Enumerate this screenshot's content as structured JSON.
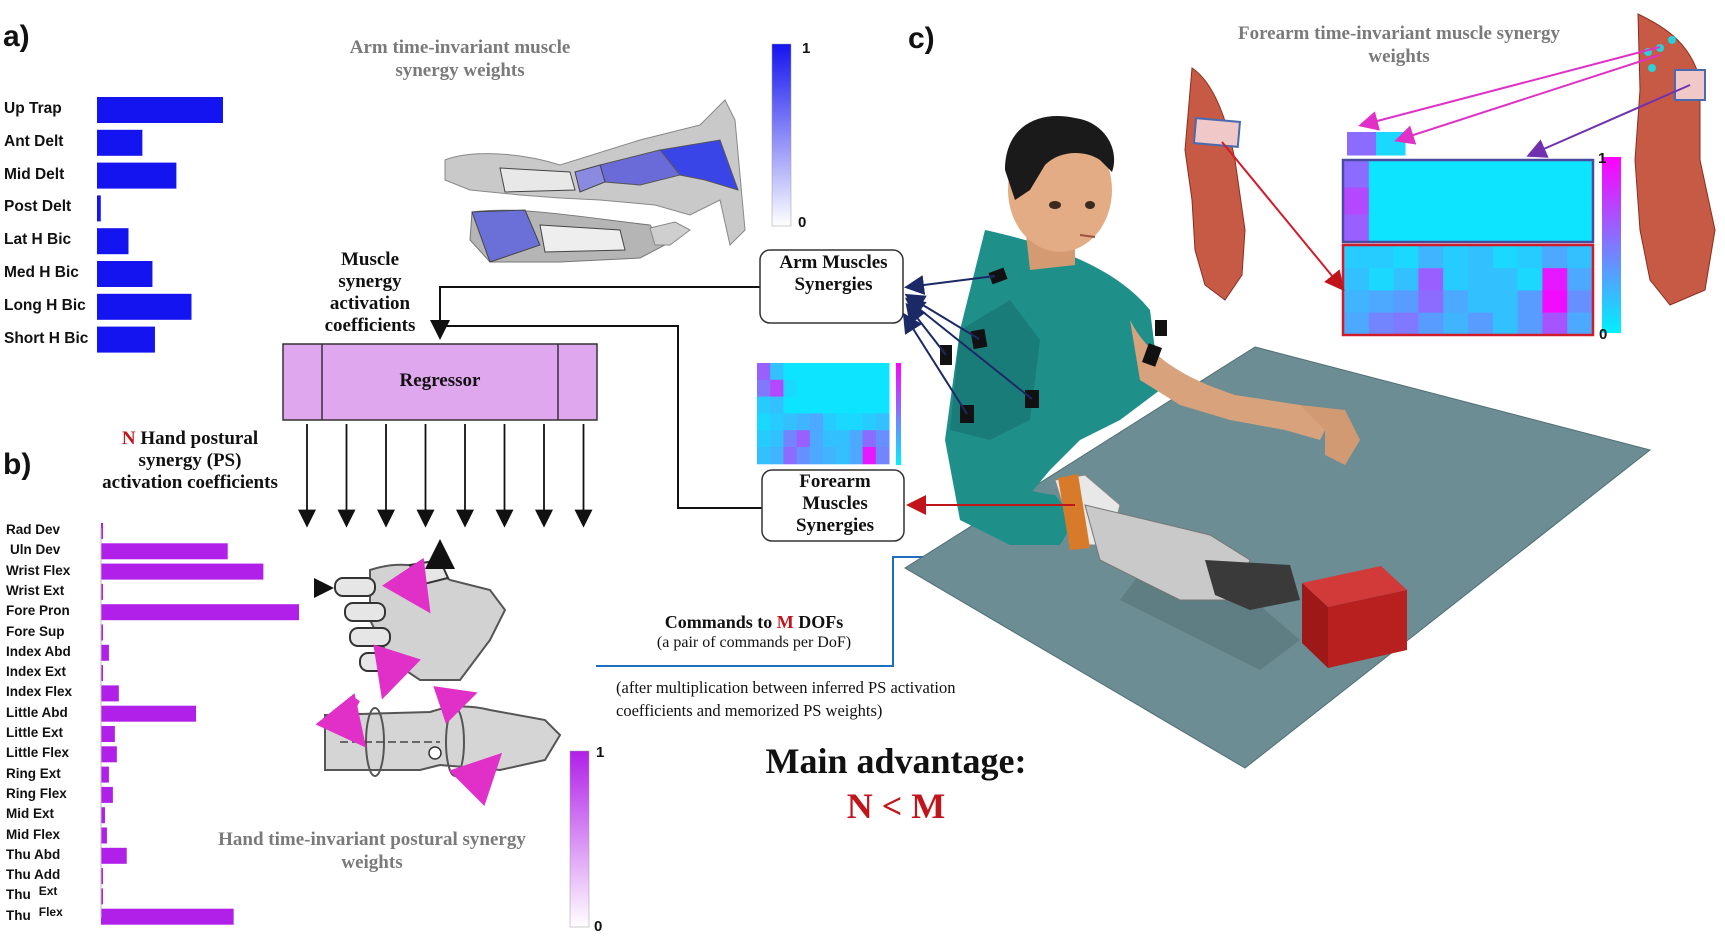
{
  "panels": {
    "a": "a)",
    "b": "b)",
    "c": "c)"
  },
  "arm_weights": {
    "title": "Arm time-invariant muscle synergy weights",
    "color": "#1414f0",
    "muscles": [
      "Up Trap",
      "Ant Delt",
      "Mid Delt",
      "Post Delt",
      "Lat H Bic",
      "Med H Bic",
      "Long H Bic",
      "Short H Bic"
    ],
    "values": [
      1.0,
      0.36,
      0.63,
      0.03,
      0.25,
      0.44,
      0.75,
      0.46
    ],
    "scale": {
      "max": "1",
      "min": "0"
    }
  },
  "hand_weights": {
    "title": "Hand time-invariant postural synergy weights",
    "color": "#b020e8",
    "dofs": [
      "Rad Dev",
      "Uln Dev",
      "Wrist Flex",
      "Wrist Ext",
      "Fore Pron",
      "Fore Sup",
      "Index Abd",
      "Index Ext",
      "Index Flex",
      "Little Abd",
      "Little Ext",
      "Little Flex",
      "Ring Ext",
      "Ring Flex",
      "Mid Ext",
      "Mid Flex",
      "Thu Abd",
      "Thu Add",
      "Thu",
      "Thu"
    ],
    "dof_sub": [
      "",
      "",
      "",
      "",
      "",
      "",
      "",
      "",
      "",
      "",
      "",
      "",
      "",
      "",
      "",
      "",
      "",
      "",
      "Ext",
      "Flex"
    ],
    "values": [
      0.0,
      0.64,
      0.82,
      0.01,
      1.0,
      0.01,
      0.04,
      0.01,
      0.09,
      0.48,
      0.07,
      0.08,
      0.04,
      0.06,
      0.02,
      0.03,
      0.13,
      0.01,
      0.01,
      0.67
    ],
    "scale": {
      "max": "1",
      "min": "0"
    }
  },
  "flow": {
    "activation_title": "Muscle synergy activation coefficients",
    "regressor": "Regressor",
    "ps_n": "N",
    "ps_title": "Hand postural synergy (PS) activation coefficients",
    "arm_box": "Arm Muscles Synergies",
    "forearm_box": "Forearm Muscles Synergies",
    "commands_m": "M",
    "commands_pre": "Commands to",
    "commands_post": "DOFs",
    "commands_sub": "(a pair of commands per DoF)",
    "after_note": "(after multiplication between inferred PS activation coefficients and memorized PS weights)",
    "advantage_title": "Main advantage:",
    "advantage_eq": "N < M"
  },
  "forearm_weights": {
    "title": "Forearm time-invariant muscle synergy weights",
    "scale": {
      "max": "1",
      "min": "0"
    },
    "grid_top": [
      [
        0.55,
        0.05,
        0.05,
        0.05,
        0.05,
        0.05,
        0.05,
        0.05,
        0.05,
        0.05
      ],
      [
        0.7,
        0.05,
        0.05,
        0.05,
        0.05,
        0.05,
        0.05,
        0.05,
        0.05,
        0.05
      ],
      [
        0.6,
        0.05,
        0.05,
        0.05,
        0.05,
        0.05,
        0.05,
        0.05,
        0.05,
        0.05
      ]
    ],
    "grid_bottom": [
      [
        0.15,
        0.15,
        0.1,
        0.25,
        0.15,
        0.2,
        0.1,
        0.15,
        0.3,
        0.2
      ],
      [
        0.2,
        0.1,
        0.2,
        0.6,
        0.15,
        0.2,
        0.2,
        0.1,
        0.9,
        0.3
      ],
      [
        0.25,
        0.3,
        0.35,
        0.55,
        0.3,
        0.2,
        0.2,
        0.35,
        0.95,
        0.4
      ],
      [
        0.3,
        0.45,
        0.5,
        0.35,
        0.25,
        0.35,
        0.2,
        0.35,
        0.65,
        0.3
      ]
    ],
    "header": [
      0.55,
      0.1
    ],
    "mini_grid": [
      [
        0.6,
        0.2,
        0.05,
        0.05,
        0.05,
        0.05,
        0.05,
        0.05,
        0.05,
        0.05
      ],
      [
        0.5,
        0.7,
        0.1,
        0.05,
        0.05,
        0.05,
        0.05,
        0.05,
        0.05,
        0.05
      ],
      [
        0.15,
        0.2,
        0.05,
        0.05,
        0.05,
        0.05,
        0.05,
        0.05,
        0.05,
        0.05
      ],
      [
        0.1,
        0.15,
        0.2,
        0.25,
        0.3,
        0.15,
        0.1,
        0.1,
        0.15,
        0.2
      ],
      [
        0.15,
        0.2,
        0.45,
        0.6,
        0.3,
        0.2,
        0.2,
        0.3,
        0.55,
        0.4
      ],
      [
        0.2,
        0.25,
        0.55,
        0.4,
        0.3,
        0.25,
        0.2,
        0.3,
        0.9,
        0.45
      ]
    ]
  },
  "colors": {
    "arm": "#1414f0",
    "hand": "#b020e8",
    "cyan": "#00f0ff",
    "magenta": "#ff00ff",
    "red": "#c0161b",
    "table": "#6a8e94",
    "shirt": "#1f8f8a"
  }
}
